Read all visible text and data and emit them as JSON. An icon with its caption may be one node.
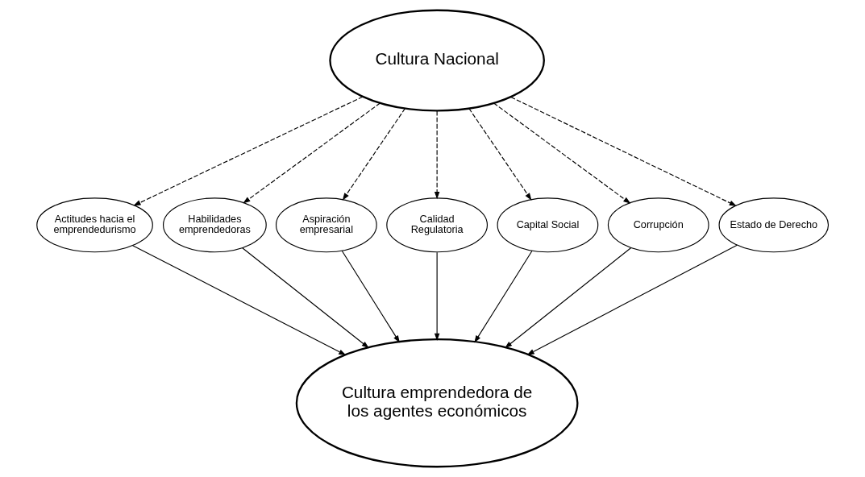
{
  "diagram": {
    "nodes": [
      {
        "text": [
          "Cultura Nacional"
        ]
      },
      {
        "text": [
          "Actitudes hacia el emprendedurismo"
        ]
      },
      {
        "text": [
          "Habilidades emprendedoras"
        ]
      },
      {
        "text": [
          "Aspiración empresarial"
        ]
      },
      {
        "text": [
          "Calidad Regulatoria"
        ]
      },
      {
        "text": [
          "Capital Social"
        ]
      },
      {
        "text": [
          "Corrupción"
        ]
      },
      {
        "text": [
          "Estado de Derecho"
        ]
      },
      {
        "text": [
          "Cultura emprendedora de los agentes económicos"
        ]
      }
    ],
    "edges": [
      {
        "from": 0,
        "to": 1,
        "arrow": "to",
        "style": "dashed"
      },
      {
        "from": 0,
        "to": 2,
        "arrow": "to",
        "style": "dashed"
      },
      {
        "from": 0,
        "to": 3,
        "arrow": "to",
        "style": "dashed"
      },
      {
        "from": 0,
        "to": 4,
        "arrow": "to",
        "style": "dashed"
      },
      {
        "from": 0,
        "to": 5,
        "arrow": "to",
        "style": "dashed"
      },
      {
        "from": 0,
        "to": 6,
        "arrow": "to",
        "style": "dashed"
      },
      {
        "from": 0,
        "to": 7,
        "arrow": "to",
        "style": "dashed"
      },
      {
        "from": 1,
        "to": 8,
        "arrow": "to"
      },
      {
        "from": 2,
        "to": 8,
        "arrow": "to"
      },
      {
        "from": 3,
        "to": 8,
        "arrow": "to"
      },
      {
        "from": 4,
        "to": 8,
        "arrow": "to"
      },
      {
        "from": 5,
        "to": 8,
        "arrow": "to"
      },
      {
        "from": 6,
        "to": 8,
        "arrow": "to"
      },
      {
        "from": 7,
        "to": 8,
        "arrow": "to"
      }
    ]
  }
}
